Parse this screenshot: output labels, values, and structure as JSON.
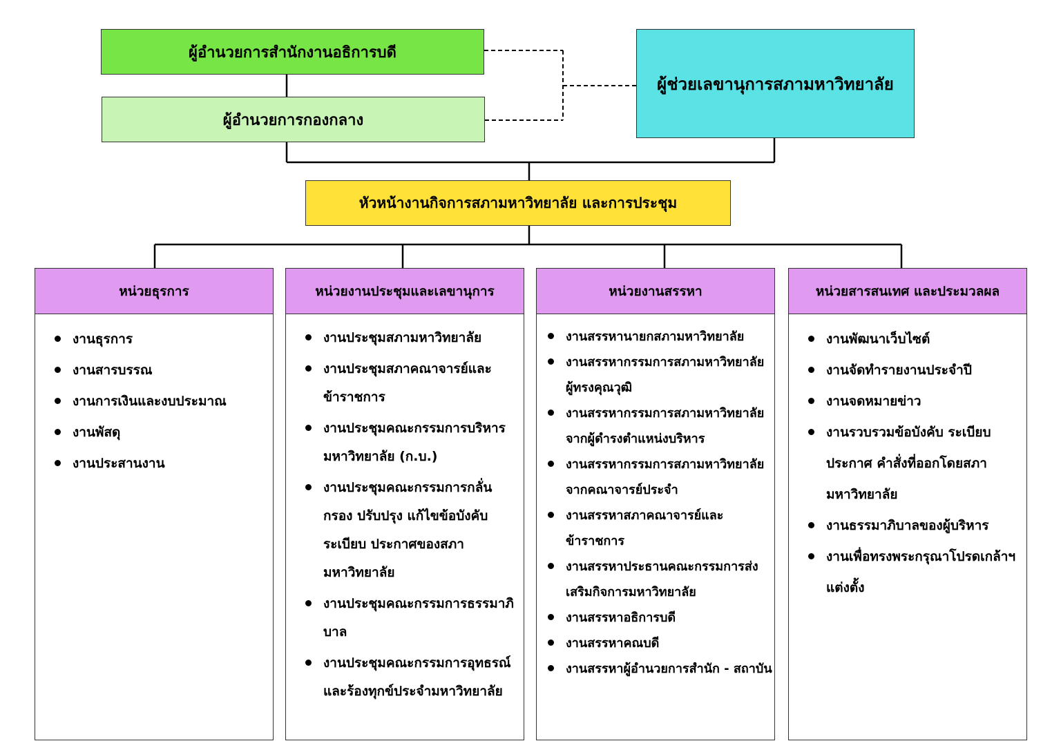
{
  "boxes": {
    "director": "ผู้อำนวยการสำนักงานอธิการบดี",
    "central": "ผู้อำนวยการกองกลาง",
    "assistant": "ผู้ช่วยเลขานุการสภามหาวิทยาลัย",
    "head": "หัวหน้างานกิจการสภามหาวิทยาลัย และการประชุม"
  },
  "colors": {
    "director": "#77e546",
    "central": "#c8f5b6",
    "assistant": "#5ae2e4",
    "head": "#ffe138",
    "unit_header": "#e09bf1"
  },
  "units": [
    {
      "title": "หน่วยธุรการ",
      "items": [
        "งานธุรการ",
        "งานสารบรรณ",
        "งานการเงินและงบประมาณ",
        "งานพัสดุ",
        "งานประสานงาน"
      ]
    },
    {
      "title": "หน่วยงานประชุมและเลขานุการ",
      "items": [
        "งานประชุมสภามหาวิทยาลัย",
        "งานประชุมสภาคณาจารย์และข้าราชการ",
        "งานประชุมคณะกรรมการบริหารมหาวิทยาลัย (ก.บ.)",
        "งานประชุมคณะกรรมการกลั่นกรอง ปรับปรุง แก้ไขข้อบังคับ ระเบียบ ประกาศของสภามหาวิทยาลัย",
        "งานประชุมคณะกรรมการธรรมาภิบาล",
        "งานประชุมคณะกรรมการอุทธรณ์และร้องทุกข์ประจำมหาวิทยาลัย"
      ]
    },
    {
      "title": "หน่วยงานสรรหา",
      "items": [
        "งานสรรหานายกสภามหาวิทยาลัย",
        "งานสรรหากรรมการสภามหาวิทยาลัยผู้ทรงคุณวุฒิ",
        "งานสรรหากรรมการสภามหาวิทยาลัยจากผู้ดำรงตำแหน่งบริหาร",
        "งานสรรหากรรมการสภามหาวิทยาลัยจากคณาจารย์ประจำ",
        "งานสรรหาสภาคณาจารย์และข้าราชการ",
        "งานสรรหาประธานคณะกรรมการส่งเสริมกิจการมหาวิทยาลัย",
        "งานสรรหาอธิการบดี",
        "งานสรรหาคณบดี",
        "งานสรรหาผู้อำนวยการสำนัก - สถาบัน"
      ]
    },
    {
      "title": "หน่วยสารสนเทศ และประมวลผล",
      "items": [
        "งานพัฒนาเว็บไซต์",
        "งานจัดทำรายงานประจำปี",
        "งานจดหมายข่าว",
        "งานรวบรวมข้อบังคับ ระเบียบ ประกาศ คำสั่งที่ออกโดยสภามหาวิทยาลัย",
        "งานธรรมาภิบาลของผู้บริหาร",
        "งานเพื่อทรงพระกรุณาโปรดเกล้าฯ แต่งตั้ง"
      ]
    }
  ]
}
